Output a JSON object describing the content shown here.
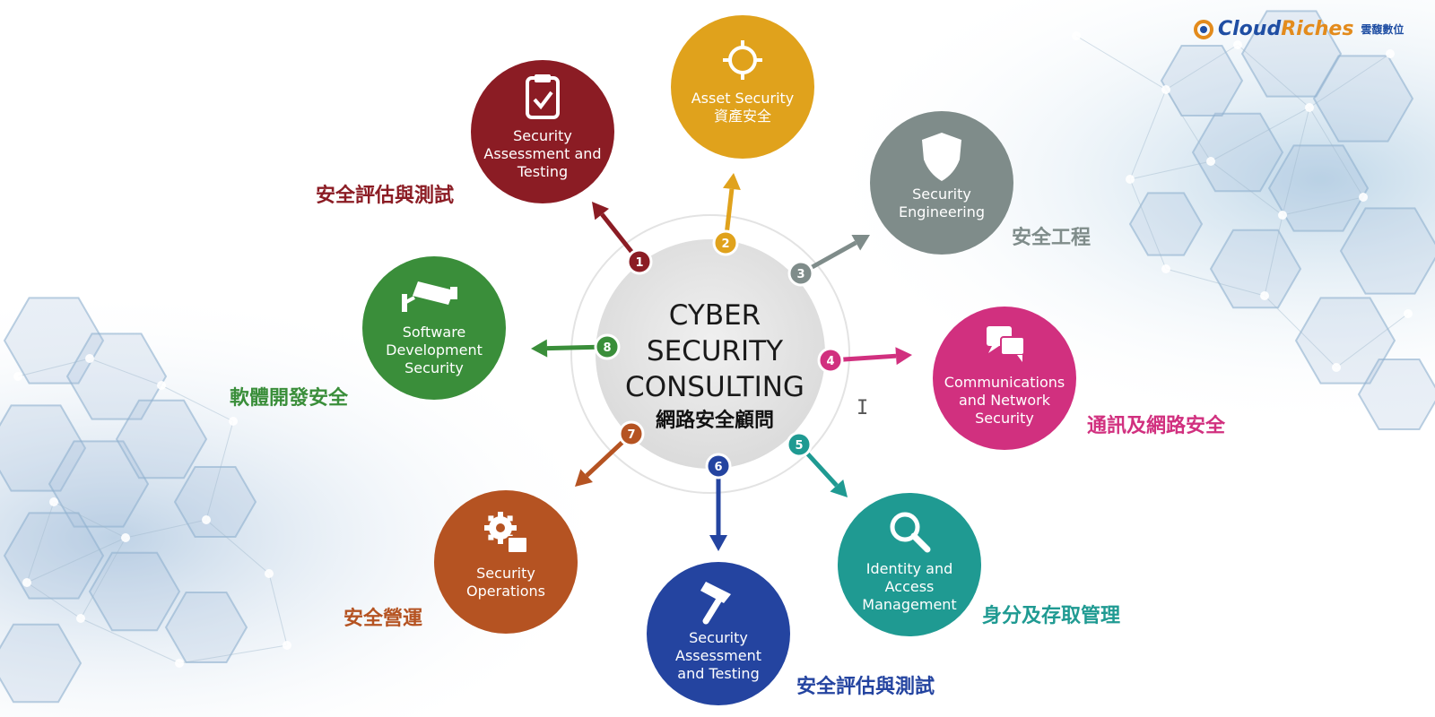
{
  "logo": {
    "brand_part1": "Cloud",
    "brand_part2": "Riches",
    "brand_cn": "雲馥數位"
  },
  "center": {
    "lines": [
      "CYBER",
      "SECURITY",
      "CONSULTING"
    ],
    "subtitle_cn": "網路安全顧問"
  },
  "domains": [
    {
      "number": "1",
      "lines": [
        "Security",
        "Assessment and",
        "Testing"
      ],
      "label_cn": "安全評估與測試",
      "color": "#8b1c24",
      "icon": "clipboard-check-icon"
    },
    {
      "number": "2",
      "lines": [
        "Asset Security",
        "資產安全"
      ],
      "label_cn": "",
      "color": "#e0a21c",
      "icon": "crosshair-icon"
    },
    {
      "number": "3",
      "lines": [
        "Security",
        "Engineering"
      ],
      "label_cn": "安全工程",
      "color": "#7f8c8a",
      "icon": "shield-icon"
    },
    {
      "number": "4",
      "lines": [
        "Communications",
        "and Network",
        "Security"
      ],
      "label_cn": "通訊及網路安全",
      "color": "#d1307f",
      "icon": "chat-bubbles-icon"
    },
    {
      "number": "5",
      "lines": [
        "Identity and",
        "Access",
        "Management"
      ],
      "label_cn": "身分及存取管理",
      "color": "#1f9a92",
      "icon": "magnifier-icon"
    },
    {
      "number": "6",
      "lines": [
        "Security",
        "Assessment",
        "and Testing"
      ],
      "label_cn": "安全評估與測試",
      "color": "#2444a0",
      "icon": "hammer-icon"
    },
    {
      "number": "7",
      "lines": [
        "Security",
        "Operations"
      ],
      "label_cn": "安全營運",
      "color": "#b55322",
      "icon": "gears-icon"
    },
    {
      "number": "8",
      "lines": [
        "Software",
        "Development",
        "Security"
      ],
      "label_cn": "軟體開發安全",
      "color": "#3a8e3a",
      "icon": "cctv-camera-icon"
    }
  ]
}
